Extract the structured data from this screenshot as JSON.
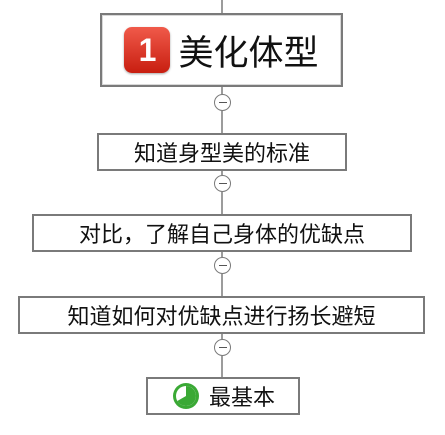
{
  "colors": {
    "border": "#7a7a7a",
    "badge_red": "#d9271a",
    "progress_green": "#3aa935",
    "connector": "#7a7a7a"
  },
  "mindmap": {
    "root": {
      "priority_badge": "1",
      "label": "美化体型"
    },
    "children": [
      {
        "label": "知道身型美的标准"
      },
      {
        "label": "对比，了解自己身体的优缺点"
      },
      {
        "label": "知道如何对优缺点进行扬长避短"
      },
      {
        "label": "最基本",
        "icon": "progress-complete-icon"
      }
    ],
    "toggle_icon": "collapse-minus-icon"
  }
}
